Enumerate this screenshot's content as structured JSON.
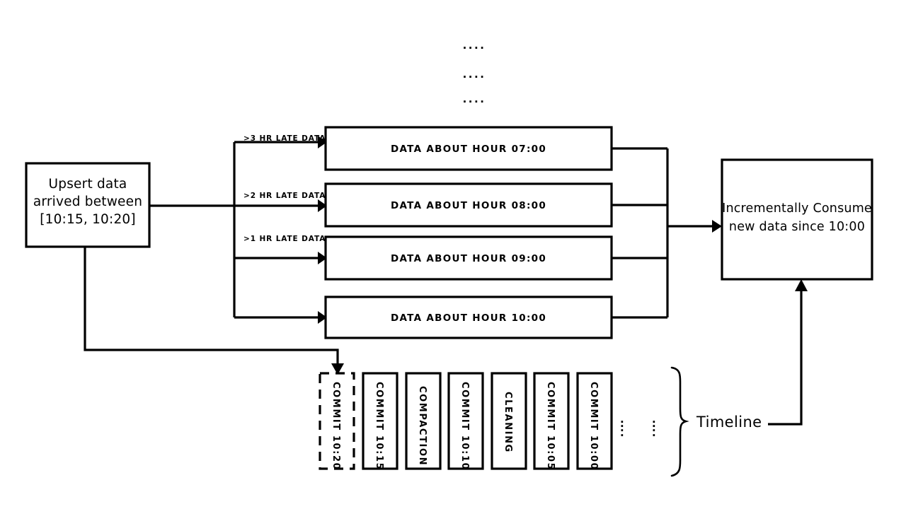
{
  "diagram": {
    "title": "Hudi incremental query timeline diagram",
    "background_color": "#ffffff",
    "line_color": "#000000"
  },
  "source_box": {
    "name": "upsert-data-box",
    "lines": "Upsert data\narrived between\n[10:15, 10:20]"
  },
  "edge_labels": [
    {
      "text": ">3 HR LATE DATA"
    },
    {
      "text": ">2 HR LATE DATA"
    },
    {
      "text": ">1 HR LATE DATA"
    }
  ],
  "hour_boxes": [
    {
      "label": "DATA ABOUT HOUR 07:00"
    },
    {
      "label": "DATA ABOUT HOUR 08:00"
    },
    {
      "label": "DATA ABOUT HOUR 09:00"
    },
    {
      "label": "DATA ABOUT HOUR 10:00"
    }
  ],
  "top_ellipsis": [
    "....",
    "....",
    "...."
  ],
  "sink_box": {
    "name": "incremental-consume-box",
    "lines": "Incrementally Consume\nnew data since 10:00"
  },
  "timeline": {
    "label": "Timeline",
    "ellipsis_columns": [
      "⋮",
      "⋮"
    ],
    "commits": [
      {
        "label": "COMMIT 10:20",
        "style": "dashed"
      },
      {
        "label": "COMMIT 10:15",
        "style": "solid"
      },
      {
        "label": "COMPACTION",
        "style": "solid"
      },
      {
        "label": "COMMIT 10:10",
        "style": "solid"
      },
      {
        "label": "CLEANING",
        "style": "solid"
      },
      {
        "label": "COMMIT 10:05",
        "style": "solid"
      },
      {
        "label": "COMMIT 10:00",
        "style": "solid"
      }
    ]
  }
}
